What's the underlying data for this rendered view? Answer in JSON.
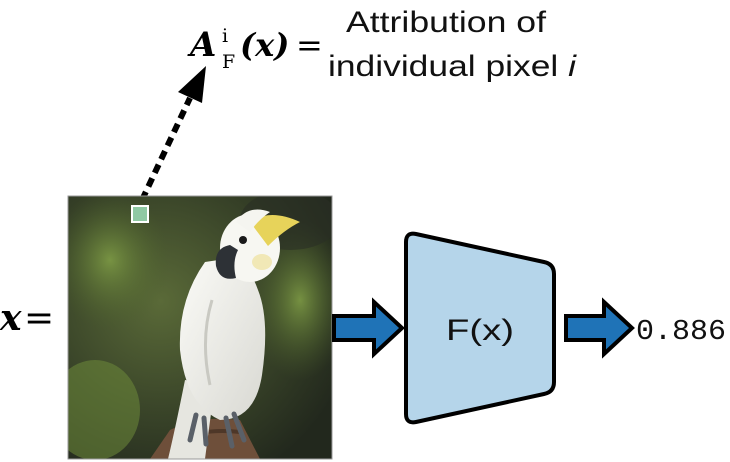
{
  "attribution": {
    "symbol": "A",
    "superscript": "i",
    "subscript": "F",
    "argument": "(x)",
    "equals": "=",
    "caption_line1": "Attribution of",
    "caption_line2_prefix": "individual pixel ",
    "caption_line2_var": "i"
  },
  "input": {
    "variable": "x",
    "equals": "="
  },
  "model": {
    "label": "F(x)"
  },
  "output": {
    "value": "0.886"
  },
  "colors": {
    "arrow_fill": "#1f73b7",
    "model_fill": "#b5d5ea",
    "pixel_marker_fill": "#8fc9a3",
    "photo_background": "#3e4a2c",
    "bird_white": "#f1f1ec",
    "crest_yellow": "#e7d35a",
    "beak_dark": "#2d3136",
    "branch_brown": "#6e4f3a"
  },
  "icons": {
    "input_image": "cockatoo-photo",
    "selected_pixel": "pixel-marker-icon",
    "flow_arrow": "block-arrow-right-icon",
    "attribution_pointer": "dashed-arrow-icon"
  }
}
